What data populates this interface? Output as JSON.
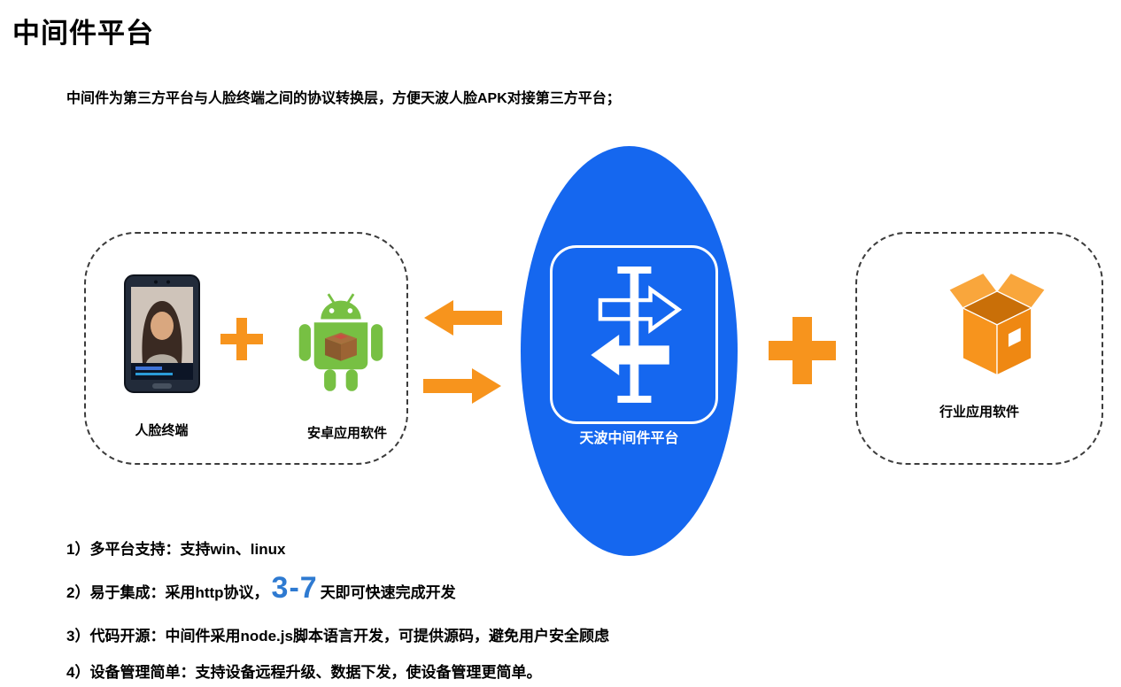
{
  "page": {
    "title": "中间件平台",
    "description": "中间件为第三方平台与人脸终端之间的协议转换层，方便天波人脸APK对接第三方平台；"
  },
  "diagram": {
    "left_group": {
      "terminal_label": "人脸终端",
      "android_label": "安卓应用软件"
    },
    "center_label": "天波中间件平台",
    "right_group": {
      "label": "行业应用软件"
    },
    "icons": {
      "left_group": [
        "face-terminal-icon",
        "plus-icon",
        "android-robot-icon"
      ],
      "flow": [
        "arrow-left-icon",
        "arrow-right-icon"
      ],
      "center": "signpost-icon",
      "connector": "plus-icon",
      "right_group": "package-box-icon"
    },
    "colors": {
      "platform_blue": "#1567ef",
      "accent_orange": "#f7941d",
      "android_green": "#77c043",
      "highlight_blue": "#2e7ad1"
    }
  },
  "features": [
    {
      "prefix": "1）多平台支持：支持win、linux",
      "highlight": "",
      "suffix": ""
    },
    {
      "prefix": "2）易于集成：采用http协议，",
      "highlight": "3-7",
      "suffix": "天即可快速完成开发"
    },
    {
      "prefix": "3）代码开源：中间件采用node.js脚本语言开发，可提供源码，避免用户安全顾虑",
      "highlight": "",
      "suffix": ""
    },
    {
      "prefix": "4）设备管理简单：支持设备远程升级、数据下发，使设备管理更简单。",
      "highlight": "",
      "suffix": ""
    }
  ]
}
